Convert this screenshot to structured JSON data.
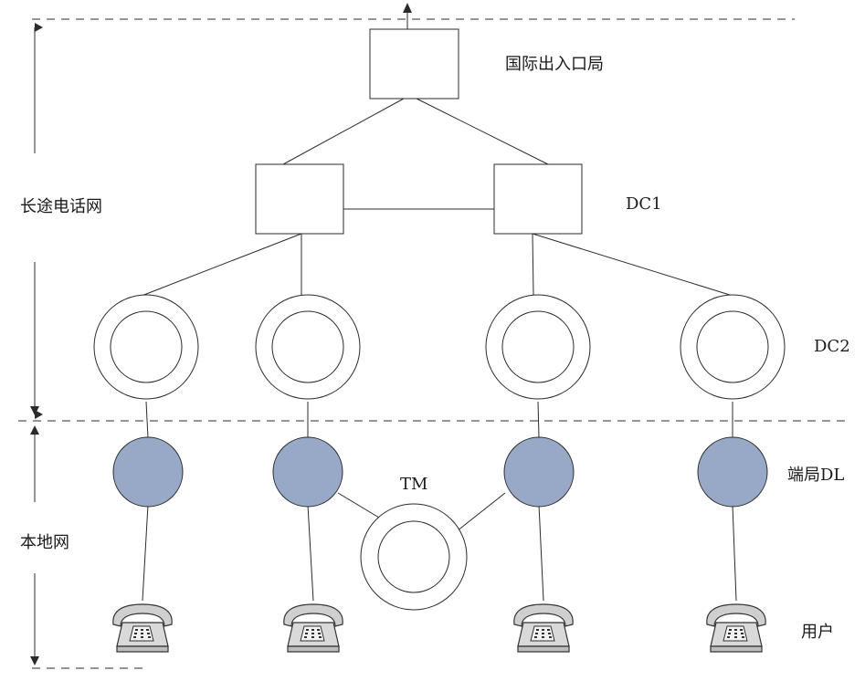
{
  "labels": {
    "international_gateway": "国际出入口局",
    "dc1": "DC1",
    "dc2": "DC2",
    "long_distance_network": "长途电话网",
    "end_office": "端局DL",
    "tandem": "TM",
    "local_network": "本地网",
    "user": "用户"
  },
  "colors": {
    "end_office_fill": "#98a9c8",
    "line": "#2b2b2b"
  }
}
